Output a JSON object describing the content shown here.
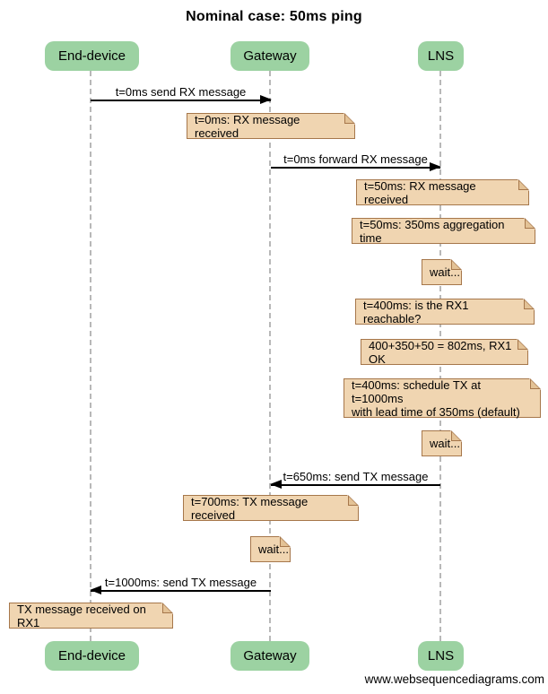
{
  "title": "Nominal case: 50ms ping",
  "footer": "www.websequencediagrams.com",
  "colors": {
    "actor_fill": "#9cd2a2",
    "note_fill": "#f0d5b1",
    "note_border": "#a6774b",
    "message_line": "#000000",
    "lifeline": "#b8b8b8",
    "background": "#ffffff"
  },
  "actors": [
    {
      "name": "End-device"
    },
    {
      "name": "Gateway"
    },
    {
      "name": "LNS"
    }
  ],
  "messages": [
    {
      "label": "t=0ms send RX message",
      "from": "End-device",
      "to": "Gateway"
    },
    {
      "label": "t=0ms forward RX message",
      "from": "Gateway",
      "to": "LNS"
    },
    {
      "label": "t=650ms: send TX message",
      "from": "LNS",
      "to": "Gateway"
    },
    {
      "label": "t=1000ms: send TX message",
      "from": "Gateway",
      "to": "End-device"
    }
  ],
  "notes": [
    {
      "text": "t=0ms: RX message received",
      "over": "Gateway"
    },
    {
      "text": "t=50ms: RX message received",
      "over": "LNS"
    },
    {
      "text": "t=50ms: 350ms aggregation time",
      "over": "LNS"
    },
    {
      "text": "wait...",
      "over": "LNS"
    },
    {
      "text": "t=400ms: is the RX1 reachable?",
      "over": "LNS"
    },
    {
      "text": "400+350+50 = 802ms, RX1 OK",
      "over": "LNS"
    },
    {
      "text": "t=400ms: schedule TX at t=1000ms\nwith lead time of 350ms (default)",
      "over": "LNS"
    },
    {
      "text": "wait...",
      "over": "LNS"
    },
    {
      "text": "t=700ms: TX message received",
      "over": "Gateway"
    },
    {
      "text": "wait...",
      "over": "Gateway"
    },
    {
      "text": "TX message received on RX1",
      "over": "End-device"
    }
  ]
}
